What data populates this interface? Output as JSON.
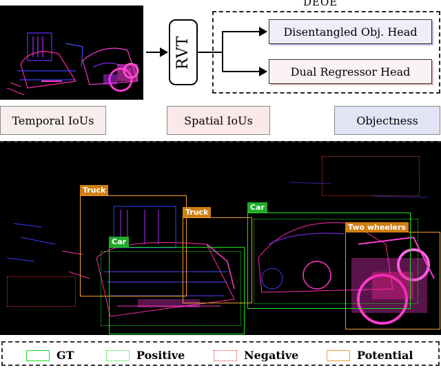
{
  "architecture": {
    "backbone_label": "RVT",
    "group_label": "DEOE",
    "heads": [
      "Disentangled Obj. Head",
      "Dual Regressor Head"
    ]
  },
  "metrics": [
    "Temporal IoUs",
    "Spatial IoUs",
    "Objectness"
  ],
  "detections": {
    "labels": [
      "Truck",
      "Truck",
      "Car",
      "Car",
      "Two wheelers"
    ]
  },
  "legend": {
    "gt": "GT",
    "positive": "Positive",
    "negative": "Negative",
    "potential": "Potential"
  },
  "colors": {
    "gt": "#19e21e",
    "positive": "#19e21e",
    "negative": "#e23030",
    "potential": "#f0a12e",
    "event_positive": "#ff3bd0",
    "event_negative": "#3a3aff"
  }
}
